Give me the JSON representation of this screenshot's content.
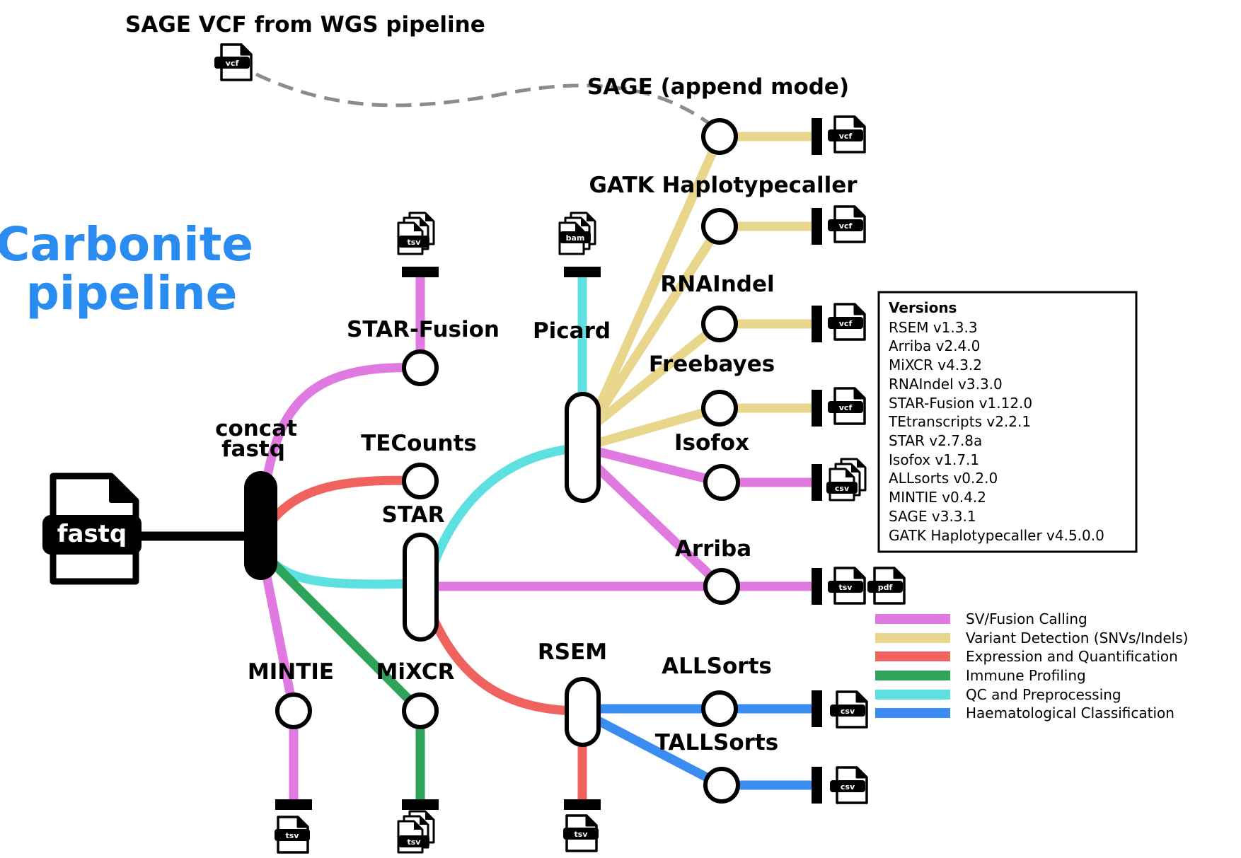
{
  "title": {
    "line1": "Carbonite",
    "line2": "pipeline"
  },
  "colors": {
    "sv_fusion": "#e07ae0",
    "variant": "#e8d68c",
    "expression": "#f0625e",
    "immune": "#2ea35a",
    "qc": "#5ee0e0",
    "haemato": "#3b8cf0",
    "title": "#2a8cf0"
  },
  "labels": {
    "sage_vcf": "SAGE VCF from WGS pipeline",
    "sage": "SAGE (append mode)",
    "gatk": "GATK Haplotypecaller",
    "rnaindel": "RNAIndel",
    "freebayes": "Freebayes",
    "isofox": "Isofox",
    "arriba": "Arriba",
    "star_fusion": "STAR-Fusion",
    "picard": "Picard",
    "concat": "concat",
    "fastq_word": "fastq",
    "tecounts": "TECounts",
    "star": "STAR",
    "mintie": "MINTIE",
    "mixcr": "MiXCR",
    "rsem": "RSEM",
    "allsorts": "ALLSorts",
    "tallsorts": "TALLSorts"
  },
  "files": {
    "input": "fastq",
    "vcf": "vcf",
    "tsv": "tsv",
    "bam": "bam",
    "csv": "csv",
    "pdf": "pdf"
  },
  "versions": {
    "title": "Versions",
    "items": [
      "RSEM v1.3.3",
      "Arriba v2.4.0",
      "MiXCR v4.3.2",
      "RNAIndel v3.3.0",
      "STAR-Fusion v1.12.0",
      "TEtranscripts v2.2.1",
      "STAR v2.7.8a",
      "Isofox v1.7.1",
      "ALLsorts v0.2.0",
      "MINTIE v0.4.2",
      "SAGE v3.3.1",
      "GATK Haplotypecaller v4.5.0.0"
    ]
  },
  "legend": [
    {
      "label": "SV/Fusion Calling",
      "color": "#e07ae0"
    },
    {
      "label": "Variant Detection (SNVs/Indels)",
      "color": "#e8d68c"
    },
    {
      "label": "Expression and Quantification",
      "color": "#f0625e"
    },
    {
      "label": "Immune Profiling",
      "color": "#2ea35a"
    },
    {
      "label": "QC and Preprocessing",
      "color": "#5ee0e0"
    },
    {
      "label": "Haematological Classification",
      "color": "#3b8cf0"
    }
  ]
}
